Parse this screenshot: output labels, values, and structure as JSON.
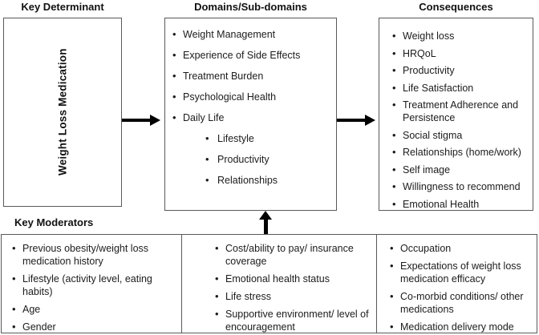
{
  "key_determinant": {
    "title": "Key Determinant",
    "label": "Weight Loss Medication"
  },
  "domains": {
    "title": "Domains/Sub-domains",
    "items": [
      "Weight Management",
      "Experience of Side Effects",
      "Treatment Burden",
      "Psychological Health",
      "Daily Life"
    ],
    "daily_life_sub_items": [
      "Lifestyle",
      "Productivity",
      "Relationships"
    ]
  },
  "consequences": {
    "title": "Consequences",
    "items": [
      "Weight loss",
      "HRQoL",
      "Productivity",
      "Life Satisfaction",
      "Treatment Adherence and Persistence",
      "Social stigma",
      "Relationships (home/work)",
      "Self image",
      "Willingness to recommend",
      "Emotional Health"
    ]
  },
  "key_moderators": {
    "title": "Key Moderators",
    "columns": [
      {
        "items": [
          "Previous obesity/weight loss medication history",
          "Lifestyle (activity level, eating habits)",
          "Age",
          "Gender"
        ]
      },
      {
        "items": [
          "Cost/ability to pay/ insurance coverage",
          "Emotional health status",
          "Life stress",
          "Supportive environment/ level of encouragement"
        ]
      },
      {
        "items": [
          "Occupation",
          "Expectations of weight loss medication efficacy",
          "Co-morbid conditions/ other medications",
          "Medication delivery mode"
        ]
      }
    ]
  },
  "colors": {
    "border": "#59595b",
    "arrow": "#000000",
    "text": "#1c1c1c",
    "background": "#ffffff"
  }
}
